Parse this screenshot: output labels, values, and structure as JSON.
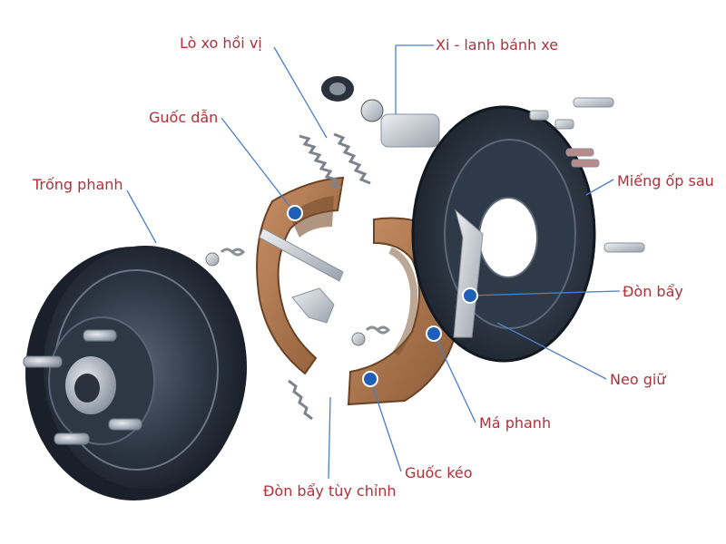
{
  "colors": {
    "label_text": "#b0303a",
    "leader_line": "#4a7fc8",
    "callout_dot": "#1f5fb8",
    "drum_dark": "#1e2530",
    "drum_mid": "#3a4554",
    "lining_brown": "#a8744a",
    "metal_silver": "#c8ccd2"
  },
  "labels": {
    "lo_xo_hoi_vi": "Lò xo hồi vị",
    "xi_lanh_banh_xe": "Xi - lanh bánh xe",
    "guoc_dan": "Guốc dẫn",
    "trong_phanh": "Trống phanh",
    "mieng_op_sau": "Miếng ốp sau",
    "don_bay": "Đòn bẩy",
    "neo_giu": "Neo giữ",
    "ma_phanh": "Má phanh",
    "guoc_keo": "Guốc kéo",
    "don_bay_tuy_chinh": "Đòn bẩy tùy chỉnh"
  }
}
